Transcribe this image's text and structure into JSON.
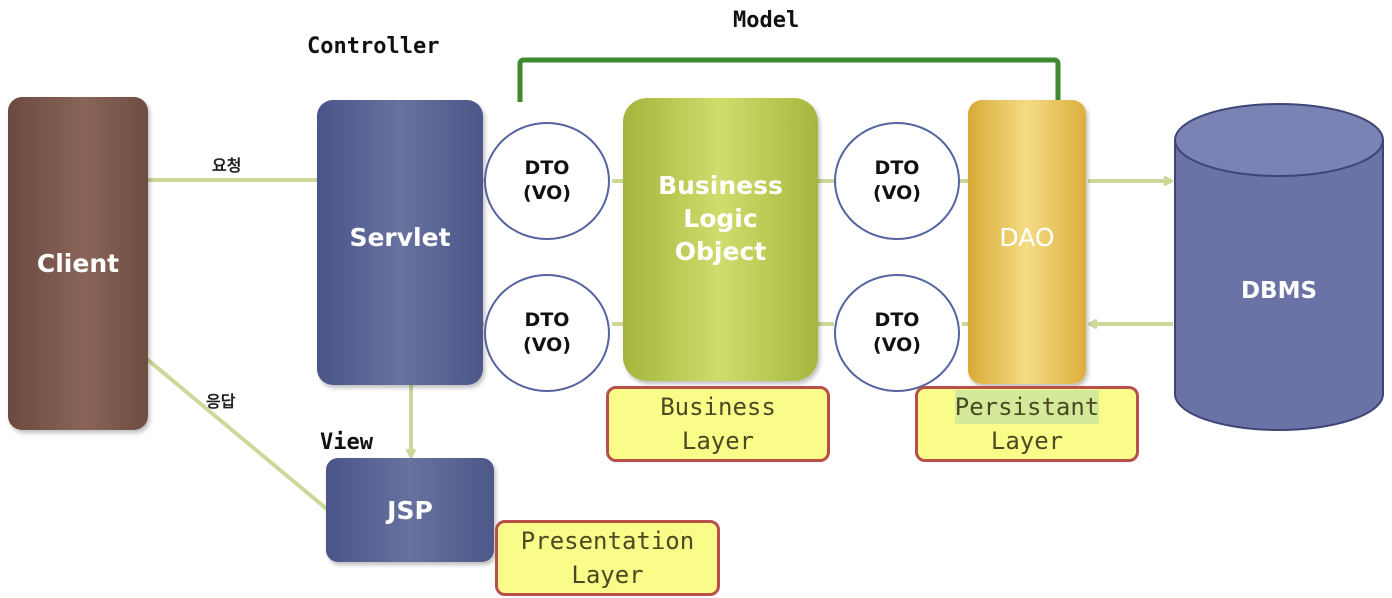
{
  "labels": {
    "model": "Model",
    "controller": "Controller",
    "view": "View",
    "request": "요청",
    "response": "응답"
  },
  "nodes": {
    "client": "Client",
    "servlet": "Servlet",
    "jsp": "JSP",
    "business_logic": [
      "Business",
      "Logic",
      "Object"
    ],
    "dao": "DAO",
    "dbms": "DBMS"
  },
  "dto": {
    "line1": "DTO",
    "line2": "(VO)"
  },
  "layers": {
    "business": [
      "Business",
      "Layer"
    ],
    "persistant": [
      "Persistant",
      "Layer"
    ],
    "presentation": [
      "Presentation",
      "Layer"
    ]
  },
  "colors": {
    "client": "#7a5a4e",
    "servlet": "#5c6698",
    "business_logic": "#c3d05a",
    "dao": "#ecc65c",
    "dbms": "#6a72a6",
    "arrow": "#cbd89a",
    "model_bracket": "#3f8a2e",
    "layer_fill": "#fafc8a",
    "layer_border": "#b8504a"
  }
}
